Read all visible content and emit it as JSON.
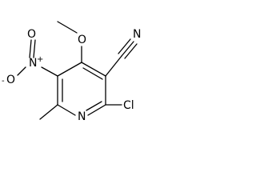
{
  "atoms": {
    "nitrile_n": "N",
    "methoxy_o": "O",
    "ring_n": "N",
    "chlorine": "Cl",
    "nitro_n": "N",
    "nitro_o_top": "O",
    "nitro_o_left": "O"
  },
  "charges": {
    "nitro_n": "+",
    "nitro_o_left": "-"
  }
}
